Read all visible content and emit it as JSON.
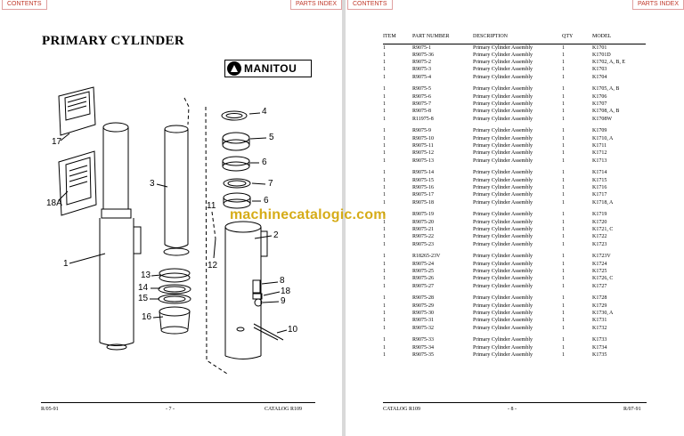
{
  "nav": {
    "contents_label": "CONTENTS",
    "parts_index_label": "PARTS INDEX"
  },
  "left_page": {
    "title": "PRIMARY CYLINDER",
    "logo_text": "MANITOU",
    "footer": {
      "left": "R/05-91",
      "center": "- 7 -",
      "right": "CATALOG R109"
    },
    "callouts": [
      "17",
      "18A",
      "1",
      "3",
      "4",
      "5",
      "6",
      "7",
      "6",
      "11",
      "2",
      "12",
      "13",
      "14",
      "15",
      "16",
      "8",
      "18",
      "9",
      "10"
    ]
  },
  "right_page": {
    "headers": {
      "item": "ITEM",
      "part": "PART NUMBER",
      "desc": "DESCRIPTION",
      "qty": "QTY",
      "model": "MODEL"
    },
    "groups": [
      [
        {
          "item": "1",
          "part": "R9075-1",
          "desc": "Primary Cylinder Assembly",
          "qty": "1",
          "model": "K1701"
        },
        {
          "item": "1",
          "part": "R9075-36",
          "desc": "Primary Cylinder Assembly",
          "qty": "1",
          "model": "K1701D"
        },
        {
          "item": "1",
          "part": "R9075-2",
          "desc": "Primary Cylinder Assembly",
          "qty": "1",
          "model": "K1702, A, B, E"
        },
        {
          "item": "1",
          "part": "R9075-3",
          "desc": "Primary Cylinder Assembly",
          "qty": "1",
          "model": "K1703"
        },
        {
          "item": "1",
          "part": "R9075-4",
          "desc": "Primary Cylinder Assembly",
          "qty": "1",
          "model": "K1704"
        }
      ],
      [
        {
          "item": "1",
          "part": "R9075-5",
          "desc": "Primary Cylinder Assembly",
          "qty": "1",
          "model": "K1705, A, B"
        },
        {
          "item": "1",
          "part": "R9075-6",
          "desc": "Primary Cylinder Assembly",
          "qty": "1",
          "model": "K1706"
        },
        {
          "item": "1",
          "part": "R9075-7",
          "desc": "Primary Cylinder Assembly",
          "qty": "1",
          "model": "K1707"
        },
        {
          "item": "1",
          "part": "R9075-8",
          "desc": "Primary Cylinder Assembly",
          "qty": "1",
          "model": "K1708, A, B"
        },
        {
          "item": "1",
          "part": "R11975-8",
          "desc": "Primary Cylinder Assembly",
          "qty": "1",
          "model": "K1708W"
        }
      ],
      [
        {
          "item": "1",
          "part": "R9075-9",
          "desc": "Primary Cylinder Assembly",
          "qty": "1",
          "model": "K1709"
        },
        {
          "item": "1",
          "part": "R9075-10",
          "desc": "Primary Cylinder Assembly",
          "qty": "1",
          "model": "K1710, A"
        },
        {
          "item": "1",
          "part": "R9075-11",
          "desc": "Primary Cylinder Assembly",
          "qty": "1",
          "model": "K1711"
        },
        {
          "item": "1",
          "part": "R9075-12",
          "desc": "Primary Cylinder Assembly",
          "qty": "1",
          "model": "K1712"
        },
        {
          "item": "1",
          "part": "R9075-13",
          "desc": "Primary Cylinder Assembly",
          "qty": "1",
          "model": "K1713"
        }
      ],
      [
        {
          "item": "1",
          "part": "R9075-14",
          "desc": "Primary Cylinder Assembly",
          "qty": "1",
          "model": "K1714"
        },
        {
          "item": "1",
          "part": "R9075-15",
          "desc": "Primary Cylinder Assembly",
          "qty": "1",
          "model": "K1715"
        },
        {
          "item": "1",
          "part": "R9075-16",
          "desc": "Primary Cylinder Assembly",
          "qty": "1",
          "model": "K1716"
        },
        {
          "item": "1",
          "part": "R9075-17",
          "desc": "Primary Cylinder Assembly",
          "qty": "1",
          "model": "K1717"
        },
        {
          "item": "1",
          "part": "R9075-18",
          "desc": "Primary Cylinder Assembly",
          "qty": "1",
          "model": "K1718, A"
        }
      ],
      [
        {
          "item": "1",
          "part": "R9075-19",
          "desc": "Primary Cylinder Assembly",
          "qty": "1",
          "model": "K1719"
        },
        {
          "item": "1",
          "part": "R9075-20",
          "desc": "Primary Cylinder Assembly",
          "qty": "1",
          "model": "K1720"
        },
        {
          "item": "1",
          "part": "R9075-21",
          "desc": "Primary Cylinder Assembly",
          "qty": "1",
          "model": "K1721, C"
        },
        {
          "item": "1",
          "part": "R9075-22",
          "desc": "Primary Cylinder Assembly",
          "qty": "1",
          "model": "K1722"
        },
        {
          "item": "1",
          "part": "R9075-23",
          "desc": "Primary Cylinder Assembly",
          "qty": "1",
          "model": "K1723"
        }
      ],
      [
        {
          "item": "1",
          "part": "R18265-23V",
          "desc": "Primary Cylinder Assembly",
          "qty": "1",
          "model": "K1723V"
        },
        {
          "item": "1",
          "part": "R9075-24",
          "desc": "Primary Cylinder Assembly",
          "qty": "1",
          "model": "K1724"
        },
        {
          "item": "1",
          "part": "R9075-25",
          "desc": "Primary Cylinder Assembly",
          "qty": "1",
          "model": "K1725"
        },
        {
          "item": "1",
          "part": "R9075-26",
          "desc": "Primary Cylinder Assembly",
          "qty": "1",
          "model": "K1726, C"
        },
        {
          "item": "1",
          "part": "R9075-27",
          "desc": "Primary Cylinder Assembly",
          "qty": "1",
          "model": "K1727"
        }
      ],
      [
        {
          "item": "1",
          "part": "R9075-28",
          "desc": "Primary Cylinder Assembly",
          "qty": "1",
          "model": "K1728"
        },
        {
          "item": "1",
          "part": "R9075-29",
          "desc": "Primary Cylinder Assembly",
          "qty": "1",
          "model": "K1729"
        },
        {
          "item": "1",
          "part": "R9075-30",
          "desc": "Primary Cylinder Assembly",
          "qty": "1",
          "model": "K1730, A"
        },
        {
          "item": "1",
          "part": "R9075-31",
          "desc": "Primary Cylinder Assembly",
          "qty": "1",
          "model": "K1731"
        },
        {
          "item": "1",
          "part": "R9075-32",
          "desc": "Primary Cylinder Assembly",
          "qty": "1",
          "model": "K1732"
        }
      ],
      [
        {
          "item": "1",
          "part": "R9075-33",
          "desc": "Primary Cylinder Assembly",
          "qty": "1",
          "model": "K1733"
        },
        {
          "item": "1",
          "part": "R9075-34",
          "desc": "Primary Cylinder Assembly",
          "qty": "1",
          "model": "K1734"
        },
        {
          "item": "1",
          "part": "R9075-35",
          "desc": "Primary Cylinder Assembly",
          "qty": "1",
          "model": "K1735"
        }
      ]
    ],
    "footer": {
      "left": "CATALOG R109",
      "center": "- 8 -",
      "right": "R/07-91"
    }
  },
  "watermark": "machinecatalogic.com",
  "colors": {
    "nav_link": "#c0392b",
    "watermark": "#d2a400"
  }
}
